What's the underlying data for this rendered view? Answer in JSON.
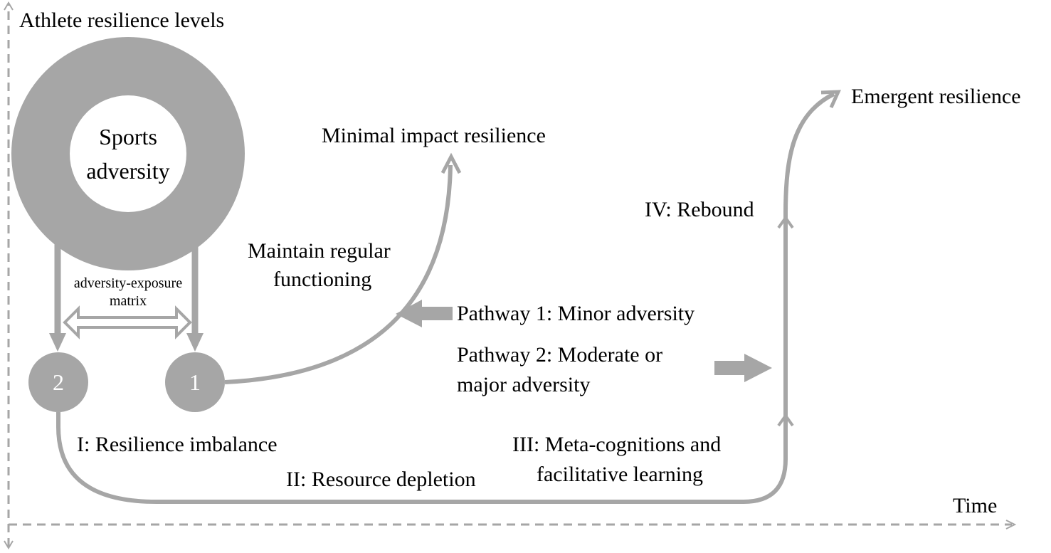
{
  "axes": {
    "y_label": "Athlete resilience levels",
    "x_label": "Time"
  },
  "center": {
    "line1": "Sports",
    "line2": "adversity"
  },
  "matrix": {
    "line1": "adversity-exposure",
    "line2": "matrix"
  },
  "nodes": {
    "one": "1",
    "two": "2"
  },
  "outcomes": {
    "minimal": "Minimal impact resilience",
    "emergent": "Emergent resilience"
  },
  "pathways": {
    "p1": "Pathway 1: Minor adversity",
    "p2_line1": "Pathway 2: Moderate or",
    "p2_line2": "major adversity"
  },
  "labels": {
    "maintain_line1": "Maintain regular",
    "maintain_line2": "functioning",
    "stage1": "I: Resilience imbalance",
    "stage2": "II: Resource depletion",
    "stage3_line1": "III: Meta-cognitions and",
    "stage3_line2": "facilitative learning",
    "stage4": "IV: Rebound"
  },
  "colors": {
    "shape_gray": "#a6a6a6",
    "axis_gray": "#a6a6a6",
    "text": "#000000",
    "background": "#ffffff"
  }
}
